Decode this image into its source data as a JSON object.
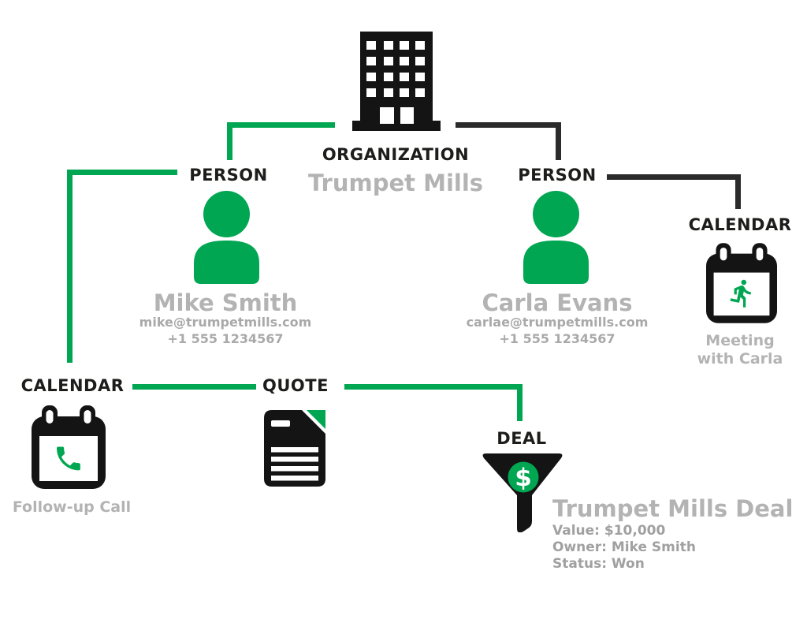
{
  "colors": {
    "green": "#00a651",
    "icon_black": "#141414",
    "connector_black": "#2b2b2b",
    "label_black": "#1d1d1b",
    "gray_title": "#b3b3b3",
    "gray_text": "#a9a9a9",
    "background": "#ffffff"
  },
  "organization": {
    "type_label": "ORGANIZATION",
    "name": "Trumpet Mills",
    "icon": "building-icon"
  },
  "persons": {
    "mike": {
      "type_label": "PERSON",
      "name": "Mike Smith",
      "email": "mike@trumpetmills.com",
      "phone": "+1 555 1234567",
      "icon": "person-icon"
    },
    "carla": {
      "type_label": "PERSON",
      "name": "Carla Evans",
      "email": "carlae@trumpetmills.com",
      "phone": "+1 555 1234567",
      "icon": "person-icon"
    }
  },
  "calendars": {
    "meeting": {
      "type_label": "CALENDAR",
      "title_line1": "Meeting",
      "title_line2": "with Carla",
      "icon": "calendar-running-person-icon"
    },
    "call": {
      "type_label": "CALENDAR",
      "title": "Follow-up Call",
      "icon": "calendar-phone-icon"
    }
  },
  "quote": {
    "type_label": "QUOTE",
    "icon": "document-folded-corner-icon"
  },
  "deal": {
    "type_label": "DEAL",
    "name": "Trumpet Mills Deal",
    "value": "Value: $10,000",
    "owner": "Owner: Mike Smith",
    "status": "Status: Won",
    "currency_symbol": "$",
    "icon": "funnel-dollar-icon"
  }
}
